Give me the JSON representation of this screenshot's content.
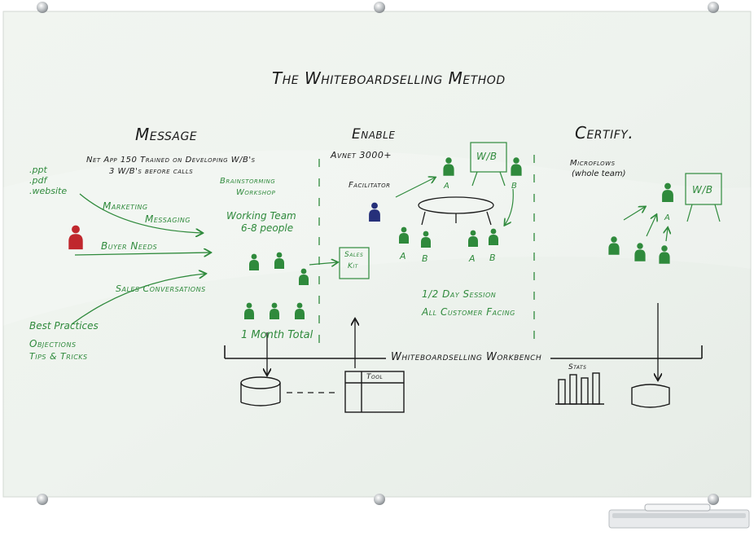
{
  "title": "The Whiteboardselling Method",
  "sections": {
    "message": "Message",
    "enable": "Enable",
    "certify": "Certify."
  },
  "message": {
    "channels": [
      ".ppt",
      ".pdf",
      ".website"
    ],
    "net_app_line1": "Net App 150 Trained on Developing W/B's",
    "net_app_line2": "3 W/B's before calls",
    "brainstorm_line1": "Brainstorming",
    "brainstorm_line2": "Workshop",
    "working_team_line1": "Working Team",
    "working_team_line2": "6-8 people",
    "marketing_line1": "Marketing",
    "marketing_line2": "Messaging",
    "buyer_needs": "Buyer Needs",
    "sales_conversations": "Sales Conversations",
    "best_practices": "Best Practices",
    "objections": "Objections",
    "tips": "Tips & Tricks",
    "sales_kit_line1": "Sales",
    "sales_kit_line2": "Kit",
    "month_total": "1 Month Total"
  },
  "enable": {
    "avnet": "Avnet 3000+",
    "facilitator": "Facilitator",
    "wb_label": "W/B",
    "letter_a": "A",
    "letter_b": "B",
    "half_day": "1/2 Day Session",
    "customer_facing": "All Customer Facing"
  },
  "certify": {
    "microflows_line1": "Microflows",
    "microflows_line2": "(whole team)",
    "wb_label": "W/B",
    "letter_a": "A"
  },
  "workbench": {
    "label": "Whiteboardselling Workbench",
    "tool_label": "Tool",
    "stats_label": "Stats"
  },
  "colors": {
    "board": "#eef3ee",
    "ink_black": "#1b1b1b",
    "ink_green": "#2f8a3c",
    "ink_red": "#c0272d",
    "ink_blue": "#26307a",
    "frame": "#d7dcd7"
  }
}
